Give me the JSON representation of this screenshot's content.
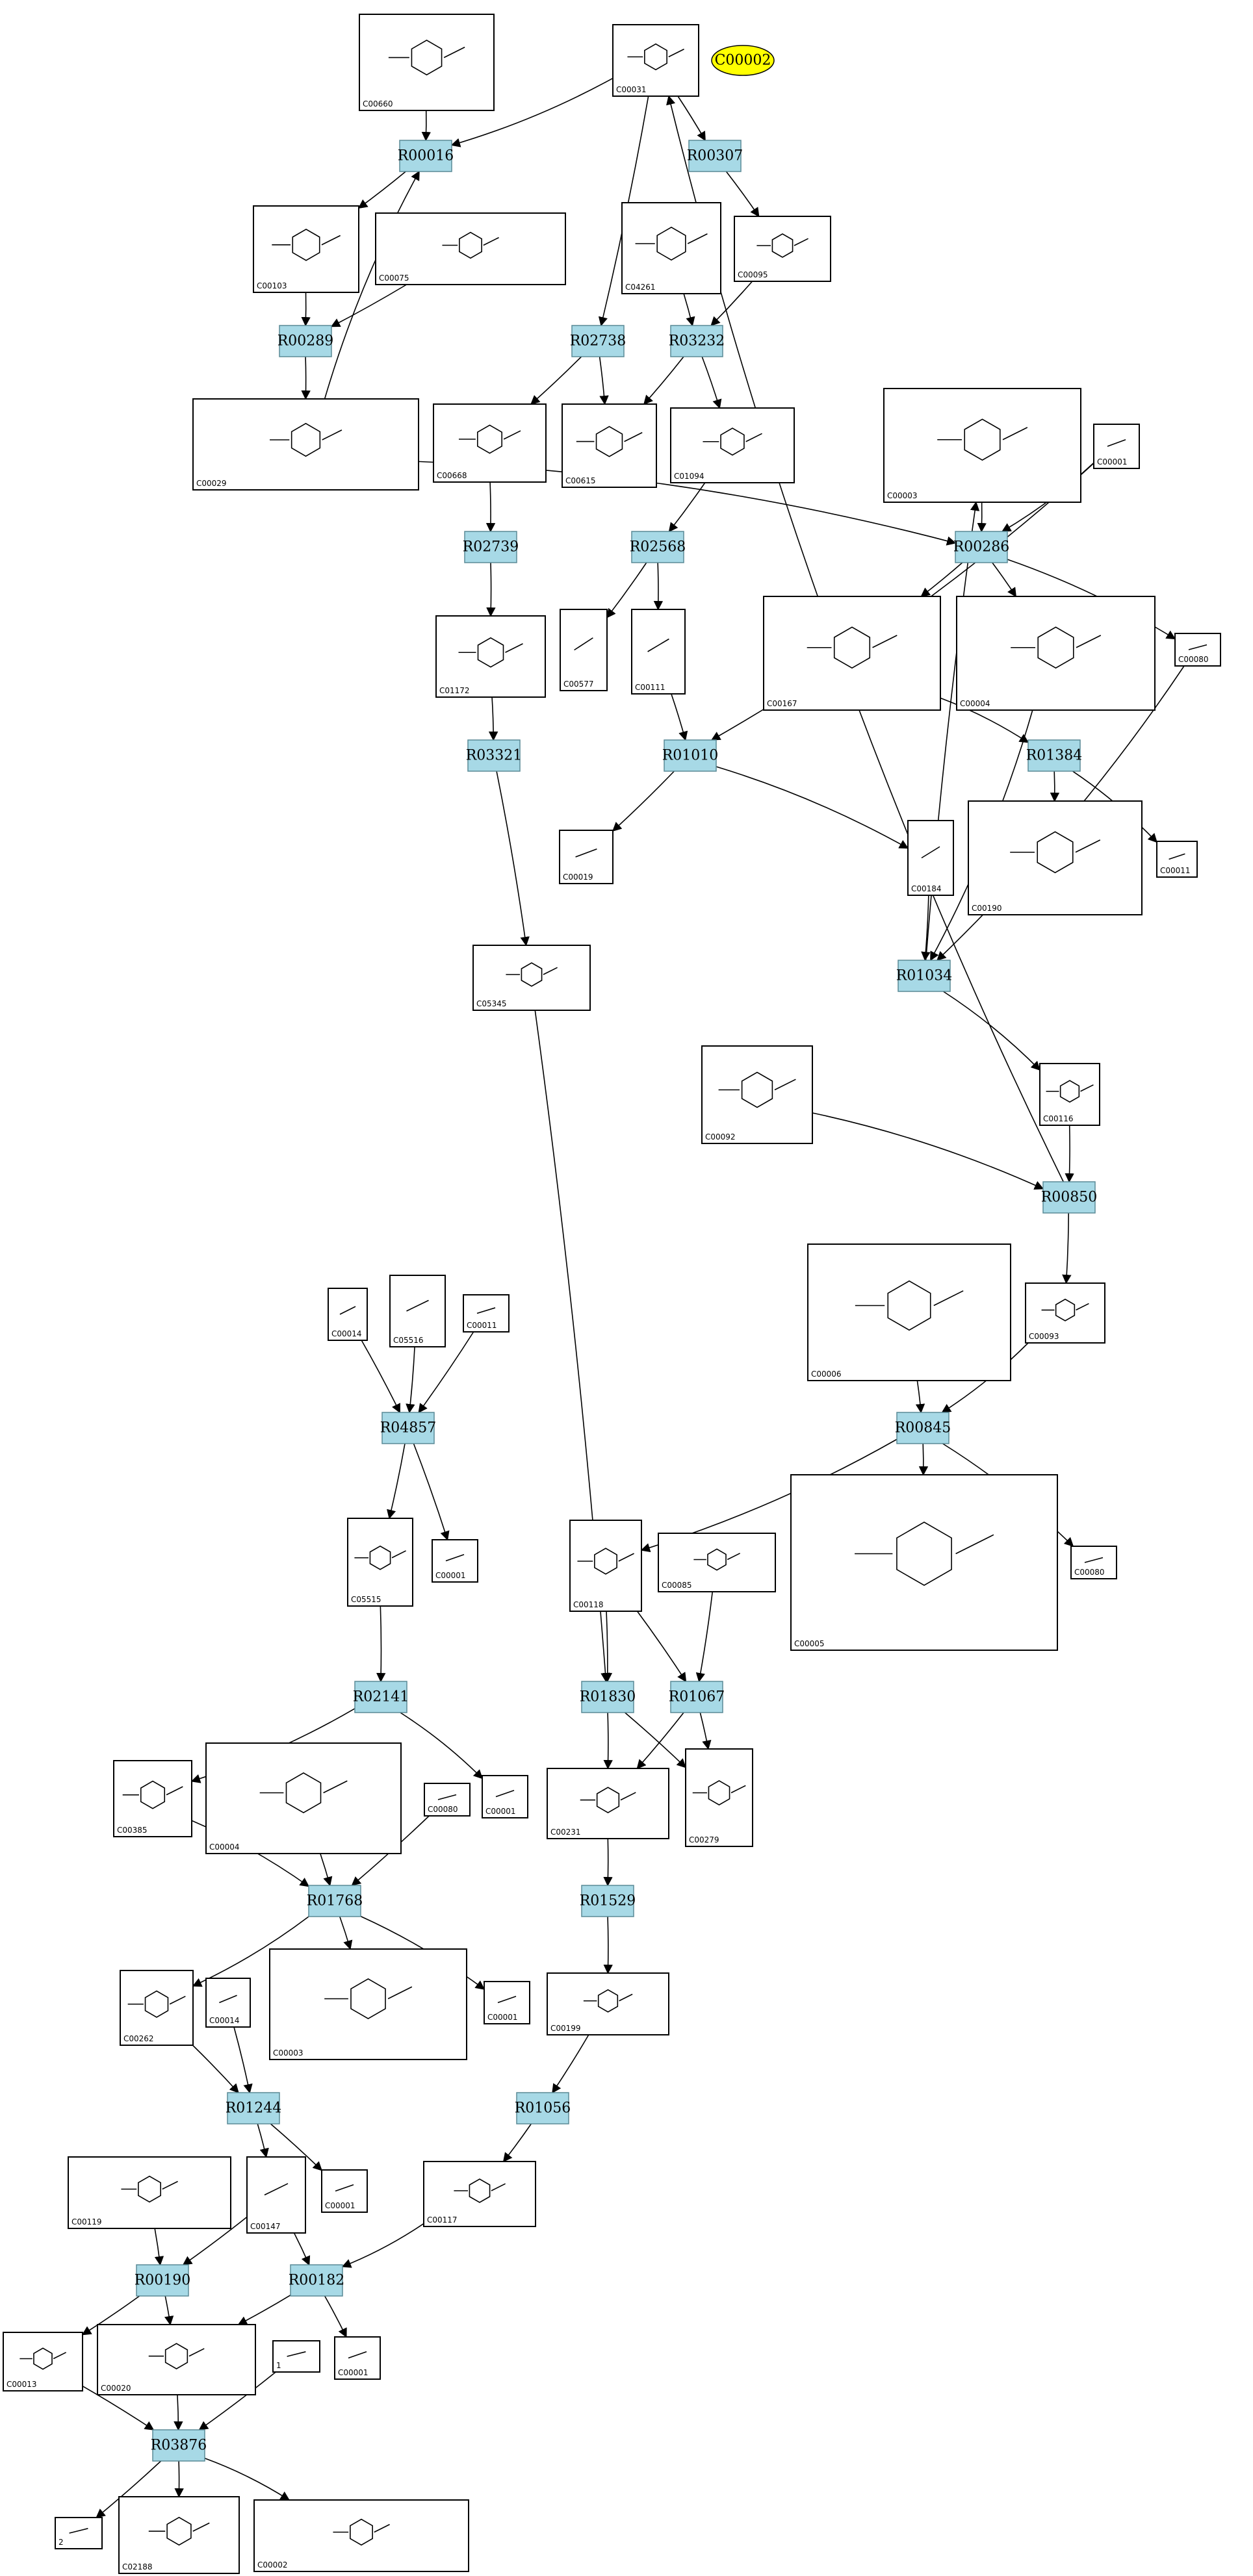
{
  "compound_ellipse": "C00002",
  "reactions": [
    "R00016",
    "R00307",
    "R00289",
    "R02738",
    "R03232",
    "R00286",
    "R02739",
    "R02568",
    "R01010",
    "R01384",
    "R03321",
    "R01034",
    "R00850",
    "R04857",
    "R00845",
    "R02141",
    "R01830",
    "R01067",
    "R01768",
    "R01529",
    "R01244",
    "R01056",
    "R00190",
    "R00182",
    "R03876"
  ],
  "compounds": [
    "C00660",
    "C00031",
    "C00103",
    "C00075",
    "C04261",
    "C00095",
    "C00029",
    "C00668",
    "C00615",
    "C01094",
    "C00003",
    "C00001",
    "C00577",
    "C00111",
    "C00167",
    "C00004",
    "C00080",
    "C01172",
    "C00019",
    "C00184",
    "C00190",
    "C00011",
    "C05345",
    "C00092",
    "C00116",
    "C00006",
    "C00093",
    "C00014",
    "C05516",
    "C05515",
    "C00118",
    "C00085",
    "C00005",
    "C00385",
    "C00231",
    "C00279",
    "C00262",
    "C00199",
    "C00119",
    "C00147",
    "C00117",
    "C00013",
    "C00020",
    "C02188",
    "C00002"
  ]
}
